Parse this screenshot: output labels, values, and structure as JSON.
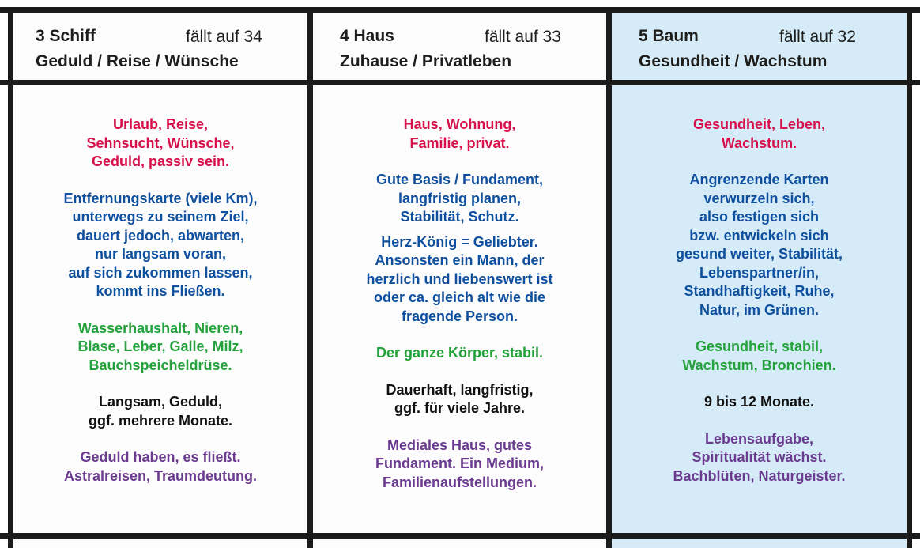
{
  "colors": {
    "red": "#d6104b",
    "blue": "#0e4f9e",
    "green": "#24a23b",
    "black": "#111111",
    "purple": "#6b3b8f",
    "highlight_bg": "#d5ebf7",
    "grid": "#1b1b1b"
  },
  "columns": [
    {
      "number": "3",
      "name": "Schiff",
      "title": "3 Schiff",
      "falls_on": "fällt auf 34",
      "subtitle": "Geduld / Reise / Wünsche",
      "highlighted": false,
      "paragraphs": [
        {
          "color": "red",
          "text": "Urlaub, Reise,\nSehnsucht, Wünsche,\nGeduld, passiv sein."
        },
        {
          "color": "blue",
          "text": "Entfernungskarte (viele Km),\nunterwegs zu seinem Ziel,\ndauert jedoch, abwarten,\nnur langsam voran,\nauf sich zukommen lassen,\nkommt ins Fließen."
        },
        {
          "color": "green",
          "text": "Wasserhaushalt, Nieren,\nBlase, Leber, Galle, Milz,\nBauchspeicheldrüse."
        },
        {
          "color": "black",
          "text": "Langsam, Geduld,\nggf. mehrere Monate."
        },
        {
          "color": "purple",
          "text": "Geduld haben, es fließt.\nAstralreisen, Traumdeutung."
        }
      ]
    },
    {
      "number": "4",
      "name": "Haus",
      "title": "4 Haus",
      "falls_on": "fällt auf 33",
      "subtitle": "Zuhause / Privatleben",
      "highlighted": false,
      "paragraphs": [
        {
          "color": "red",
          "text": "Haus, Wohnung,\nFamilie, privat."
        },
        {
          "color": "blue",
          "text": "Gute Basis / Fundament,\nlangfristig planen,\nStabilität, Schutz."
        },
        {
          "color": "blue",
          "text": "Herz-König = Geliebter.\nAnsonsten ein Mann, der\nherzlich und liebenswert ist\noder ca. gleich alt wie die\nfragende Person."
        },
        {
          "color": "green",
          "text": "Der ganze Körper, stabil."
        },
        {
          "color": "black",
          "text": "Dauerhaft, langfristig,\nggf. für viele Jahre."
        },
        {
          "color": "purple",
          "text": "Mediales Haus, gutes\nFundament. Ein Medium,\nFamilienaufstellungen."
        }
      ]
    },
    {
      "number": "5",
      "name": "Baum",
      "title": "5 Baum",
      "falls_on": "fällt auf 32",
      "subtitle": "Gesundheit / Wachstum",
      "highlighted": true,
      "paragraphs": [
        {
          "color": "red",
          "text": "Gesundheit, Leben,\nWachstum."
        },
        {
          "color": "blue",
          "text": "Angrenzende Karten\nverwurzeln sich,\nalso festigen sich\nbzw. entwickeln sich\ngesund weiter, Stabilität,\nLebenspartner/in,\nStandhaftigkeit, Ruhe,\nNatur, im Grünen."
        },
        {
          "color": "green",
          "text": "Gesundheit, stabil,\nWachstum, Bronchien."
        },
        {
          "color": "black",
          "text": "9 bis 12 Monate."
        },
        {
          "color": "purple",
          "text": "Lebensaufgabe,\nSpiritualität wächst.\nBachblüten, Naturgeister."
        }
      ]
    }
  ]
}
